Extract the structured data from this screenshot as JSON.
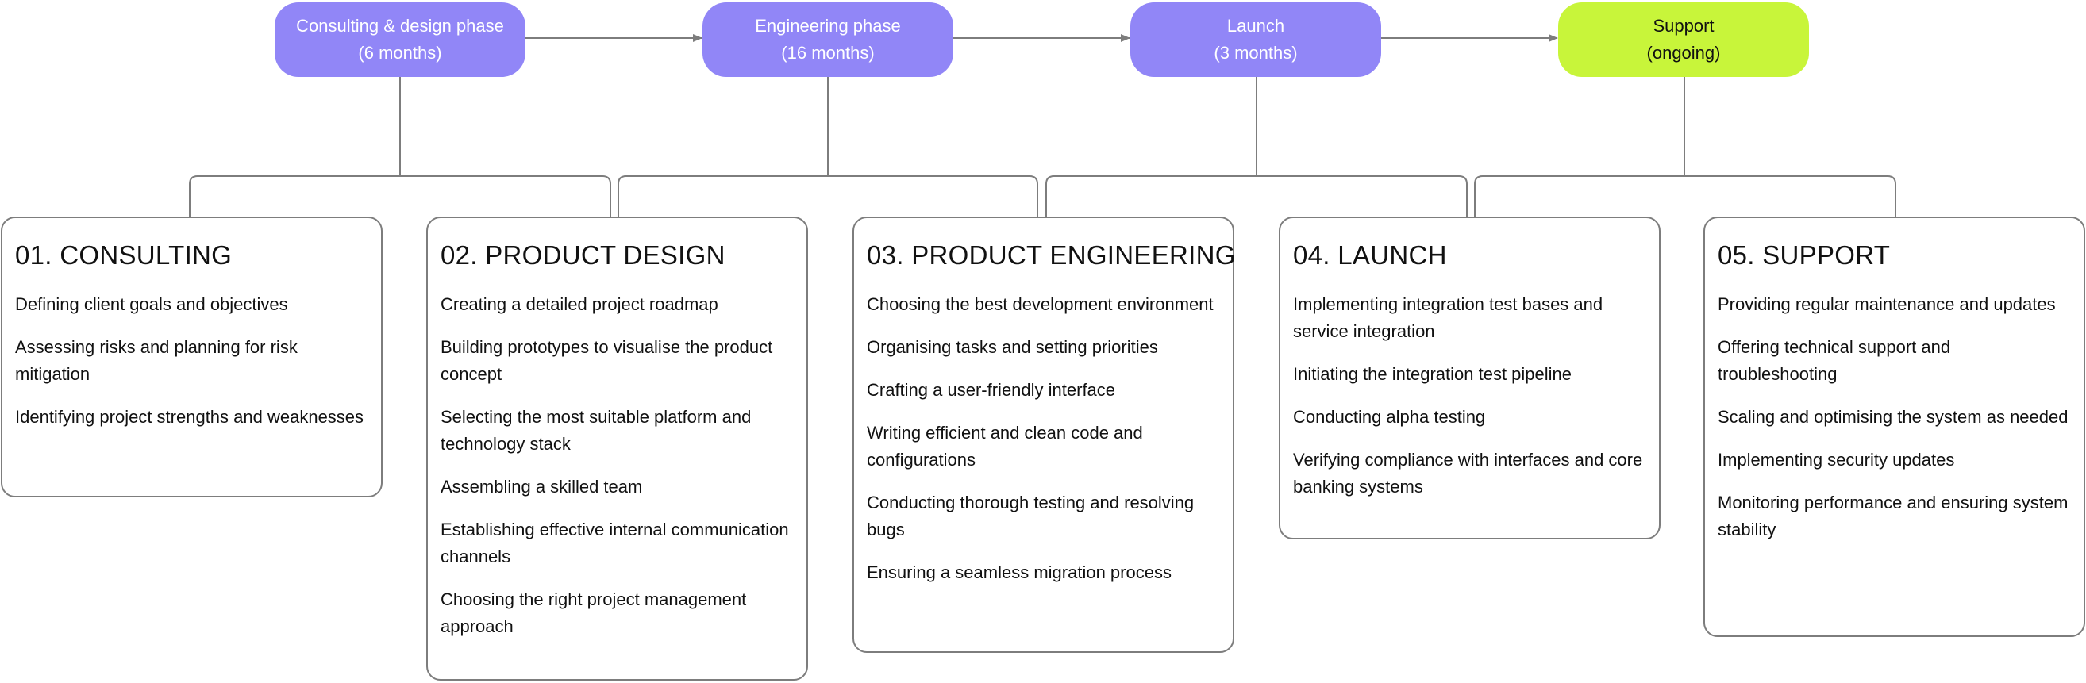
{
  "phases": [
    {
      "name": "Consulting & design phase",
      "duration": "(6 months)",
      "color": "#9186f7"
    },
    {
      "name": "Engineering phase",
      "duration": "(16 months)",
      "color": "#9186f7"
    },
    {
      "name": "Launch",
      "duration": "(3 months)",
      "color": "#9186f7"
    },
    {
      "name": "Support",
      "duration": "(ongoing)",
      "color": "#c8f53a"
    }
  ],
  "cards": [
    {
      "title": "01. CONSULTING",
      "items": [
        "Defining client goals and objectives",
        "Assessing risks and planning for risk mitigation",
        "Identifying project strengths and weaknesses"
      ]
    },
    {
      "title": "02. PRODUCT DESIGN",
      "items": [
        "Creating a detailed project roadmap",
        "Building prototypes to visualise the product concept",
        "Selecting the most suitable platform and technology stack",
        "Assembling a skilled team",
        "Establishing effective internal communication channels",
        "Choosing the right project management approach"
      ]
    },
    {
      "title": "03. PRODUCT ENGINEERING",
      "items": [
        "Choosing the best development environment",
        "Organising tasks and setting priorities",
        "Crafting a user-friendly interface",
        "Writing efficient and clean code and configurations",
        "Conducting thorough testing and resolving bugs",
        "Ensuring a seamless migration process"
      ]
    },
    {
      "title": "04. LAUNCH",
      "items": [
        "Implementing integration test bases and service integration",
        "Initiating the integration test pipeline",
        "Conducting alpha testing",
        "Verifying compliance with interfaces and core banking systems"
      ]
    },
    {
      "title": "05. SUPPORT",
      "items": [
        "Providing regular maintenance and updates",
        "Offering technical support and troubleshooting",
        "Scaling and optimising the system as needed",
        "Implementing security updates",
        "Monitoring performance and ensuring system stability"
      ]
    }
  ],
  "colors": {
    "line": "#7d7d7d",
    "phase_text_light": "#ffffff",
    "phase_text_dark": "#111111"
  }
}
